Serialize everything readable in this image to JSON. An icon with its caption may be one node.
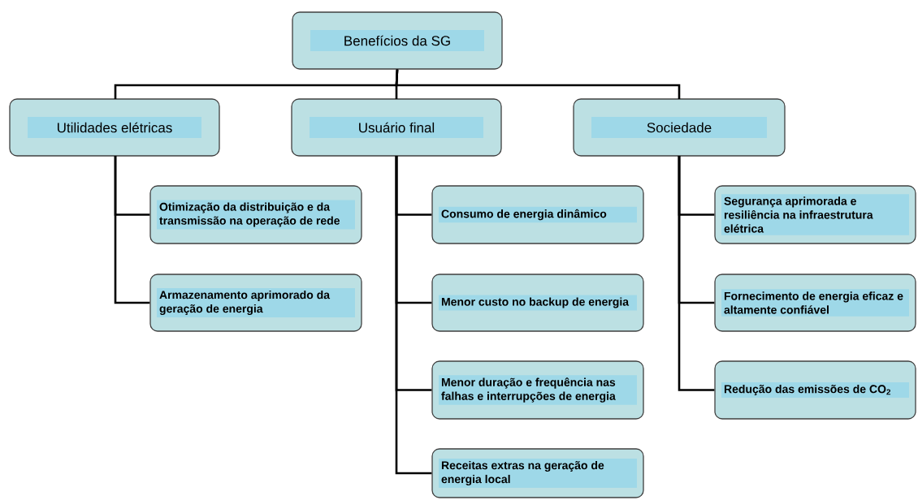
{
  "diagram": {
    "nodes": [
      {
        "text": [
          "Benefícios da SG"
        ]
      },
      {
        "text": [
          "Utilidades elétricas"
        ]
      },
      {
        "text": [
          "Usuário final"
        ]
      },
      {
        "text": [
          "Sociedade"
        ]
      },
      {
        "text": [
          "Otimização da distribuição e da transmissão na operação de rede"
        ]
      },
      {
        "text": [
          "Armazenamento aprimorado da geração de energia"
        ]
      },
      {
        "text": [
          "Consumo de energia dinâmico"
        ]
      },
      {
        "text": [
          "Menor custo no backup de energia"
        ]
      },
      {
        "text": [
          "Menor duração e frequência nas falhas e interrupções de energia"
        ]
      },
      {
        "text": [
          "Receitas extras na geração de energia local"
        ]
      },
      {
        "text": [
          "Segurança aprimorada e resiliência na infraestrutura elétrica"
        ]
      },
      {
        "text": [
          "Fornecimento de energia eficaz e altamente confiável"
        ]
      },
      {
        "text": [
          "Redução das emissões de CO$_{2}$"
        ]
      }
    ],
    "edges": [
      {
        "from": 0,
        "to": 1,
        "arrow": "none"
      },
      {
        "from": 0,
        "to": 2,
        "arrow": "none"
      },
      {
        "from": 0,
        "to": 3,
        "arrow": "none"
      },
      {
        "from": 1,
        "to": 4,
        "arrow": "none"
      },
      {
        "from": 1,
        "to": 5,
        "arrow": "none"
      },
      {
        "from": 2,
        "to": 6,
        "arrow": "none"
      },
      {
        "from": 2,
        "to": 7,
        "arrow": "none"
      },
      {
        "from": 2,
        "to": 8,
        "arrow": "none"
      },
      {
        "from": 2,
        "to": 9,
        "arrow": "none"
      },
      {
        "from": 3,
        "to": 10,
        "arrow": "none"
      },
      {
        "from": 3,
        "to": 11,
        "arrow": "none"
      },
      {
        "from": 3,
        "to": 12,
        "arrow": "none"
      }
    ]
  }
}
